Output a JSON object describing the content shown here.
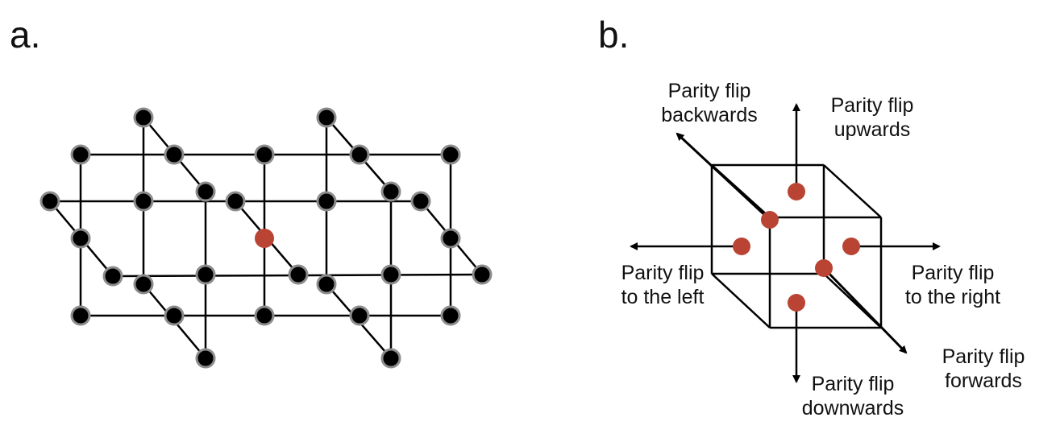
{
  "panels": {
    "a": {
      "letter": "a."
    },
    "b": {
      "letter": "b."
    }
  },
  "colors": {
    "line": "#000000",
    "node_fill": "#000000",
    "node_stroke": "#8c8c8c",
    "highlight": "#b94434"
  },
  "parity_labels": {
    "backwards": {
      "line1": "Parity flip",
      "line2": "backwards"
    },
    "upwards": {
      "line1": "Parity flip",
      "line2": "upwards"
    },
    "left": {
      "line1": "Parity flip",
      "line2": "to the left"
    },
    "right": {
      "line1": "Parity flip",
      "line2": "to the right"
    },
    "forwards": {
      "line1": "Parity flip",
      "line2": "forwards"
    },
    "downwards": {
      "line1": "Parity flip",
      "line2": "downwards"
    }
  }
}
